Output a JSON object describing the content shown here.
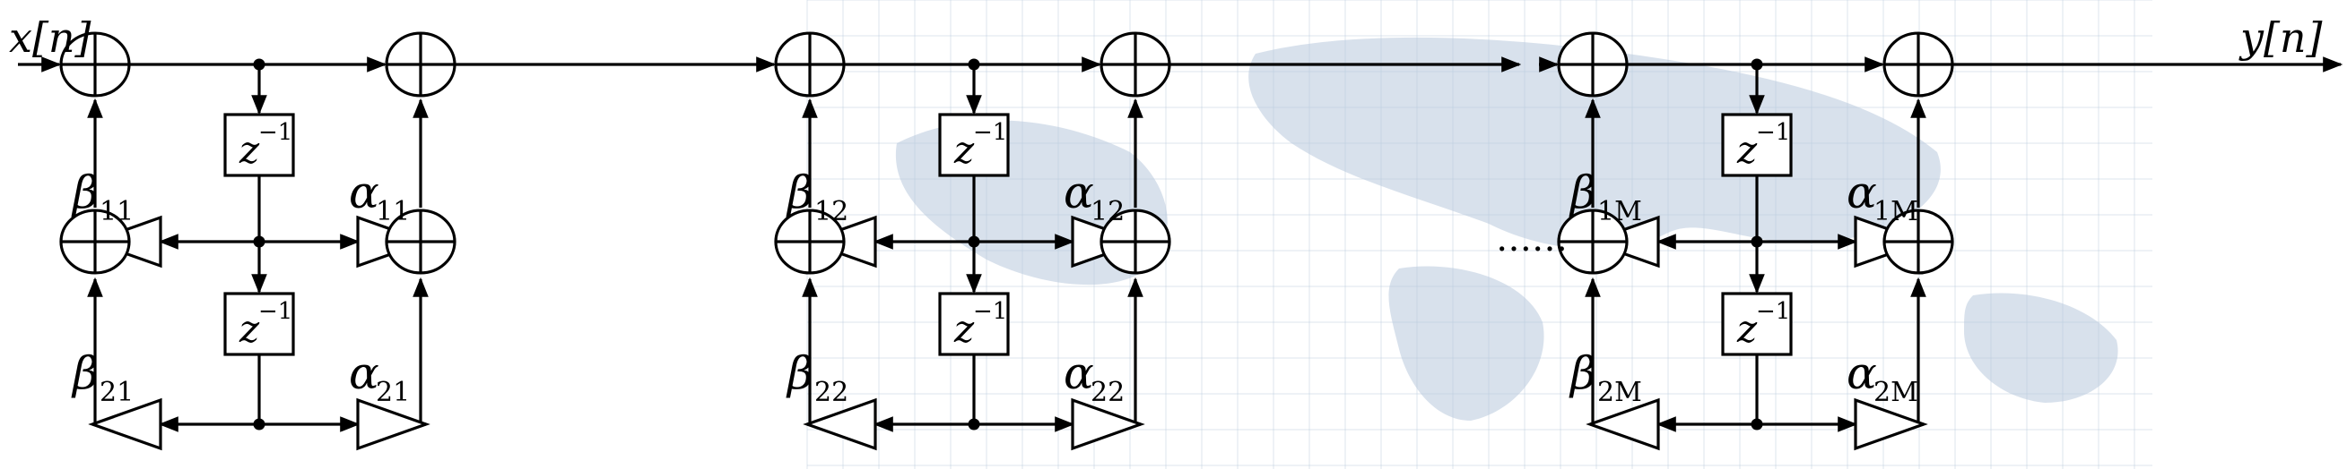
{
  "signals": {
    "input": "x[n]",
    "output": "y[n]"
  },
  "delay": {
    "z": "z",
    "exp": "−1"
  },
  "ellipsis": "……",
  "stages": [
    {
      "id": "1",
      "beta1": {
        "sym": "β",
        "sub": "11"
      },
      "alpha1": {
        "sym": "α",
        "sub": "11"
      },
      "beta2": {
        "sym": "β",
        "sub": "21"
      },
      "alpha2": {
        "sym": "α",
        "sub": "21"
      }
    },
    {
      "id": "2",
      "beta1": {
        "sym": "β",
        "sub": "12"
      },
      "alpha1": {
        "sym": "α",
        "sub": "12"
      },
      "beta2": {
        "sym": "β",
        "sub": "22"
      },
      "alpha2": {
        "sym": "α",
        "sub": "22"
      }
    },
    {
      "id": "M",
      "beta1": {
        "sym": "β",
        "sub": "1M"
      },
      "alpha1": {
        "sym": "α",
        "sub": "1M"
      },
      "beta2": {
        "sym": "β",
        "sub": "2M"
      },
      "alpha2": {
        "sym": "α",
        "sub": "2M"
      }
    }
  ]
}
